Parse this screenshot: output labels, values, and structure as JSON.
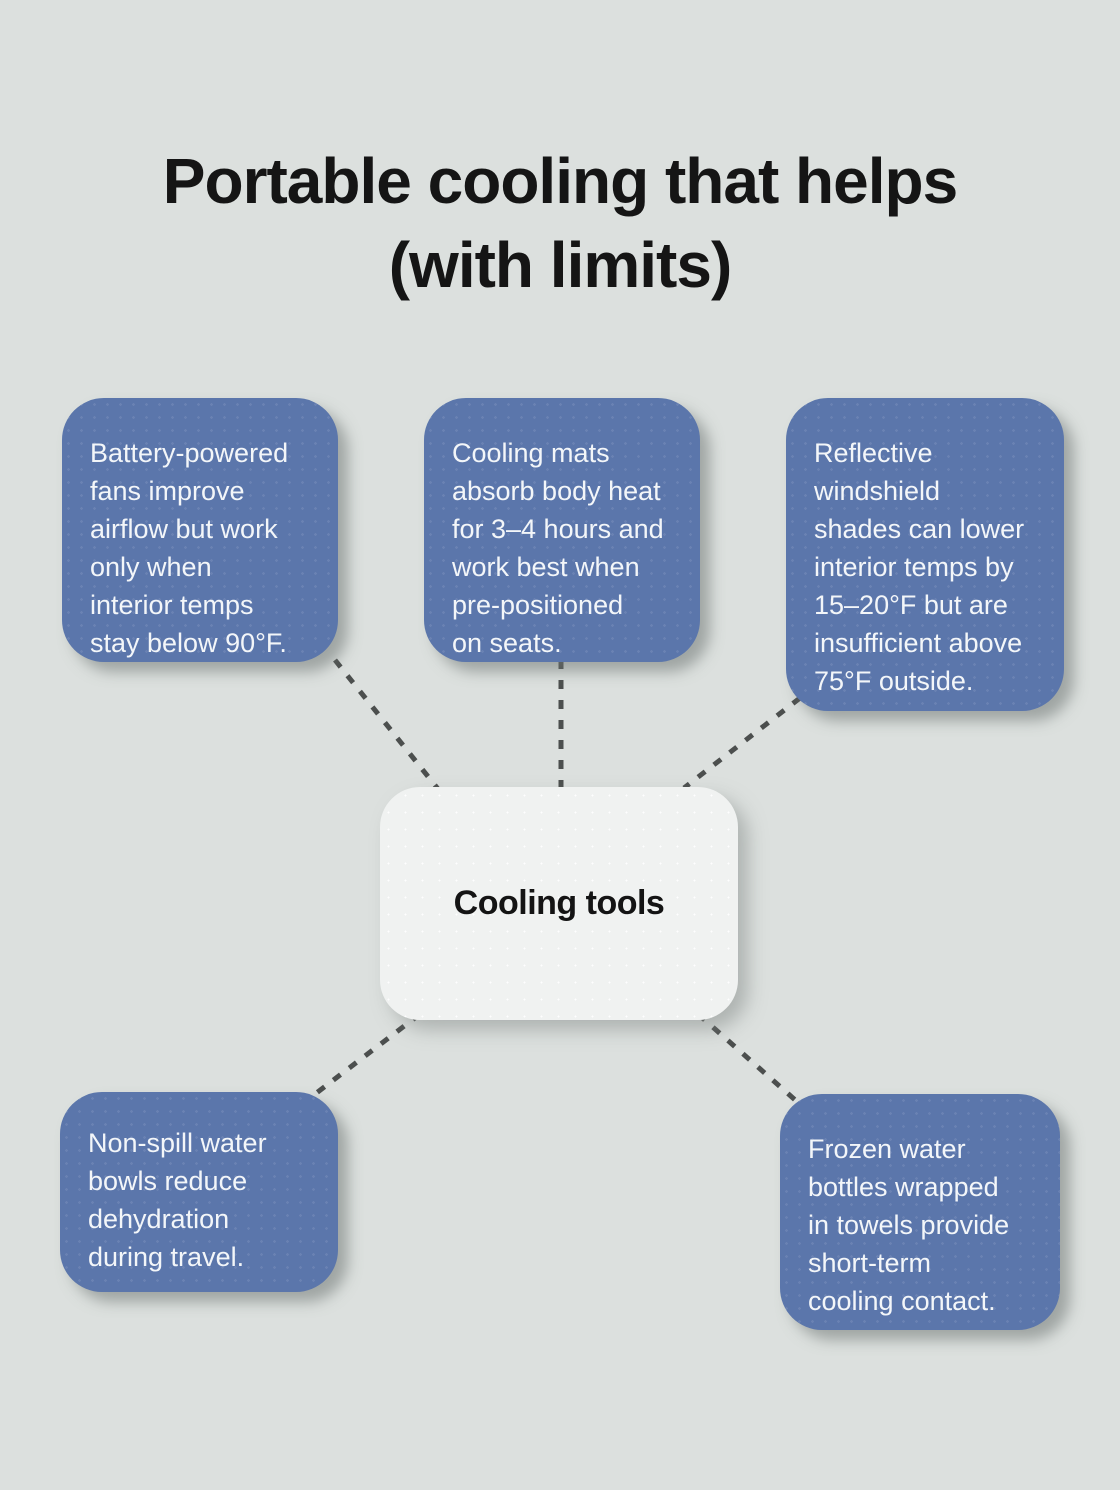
{
  "title": "Portable cooling that helps\n(with limits)",
  "center": {
    "label": "Cooling tools"
  },
  "nodes": [
    {
      "id": "battery-fans",
      "text": "Battery-powered\nfans improve\nairflow but work\nonly when\ninterior temps\nstay below 90°F."
    },
    {
      "id": "cooling-mats",
      "text": "Cooling mats\nabsorb body heat\nfor 3–4 hours and\nwork best when\npre-positioned\non seats."
    },
    {
      "id": "windshield-shades",
      "text": "Reflective\nwindshield\nshades can lower\ninterior temps by\n15–20°F but are\ninsufficient above\n75°F outside."
    },
    {
      "id": "water-bowls",
      "text": "Non-spill water\nbowls reduce\ndehydration\nduring travel."
    },
    {
      "id": "frozen-bottles",
      "text": "Frozen water\nbottles wrapped\nin towels provide\nshort-term\ncooling contact."
    }
  ],
  "colors": {
    "background": "#dce0de",
    "node_fill": "#5b76ab",
    "node_text": "#f3f6f9",
    "center_fill": "#f0f2f1",
    "title_text": "#151515",
    "connector": "#4c4f4e"
  }
}
